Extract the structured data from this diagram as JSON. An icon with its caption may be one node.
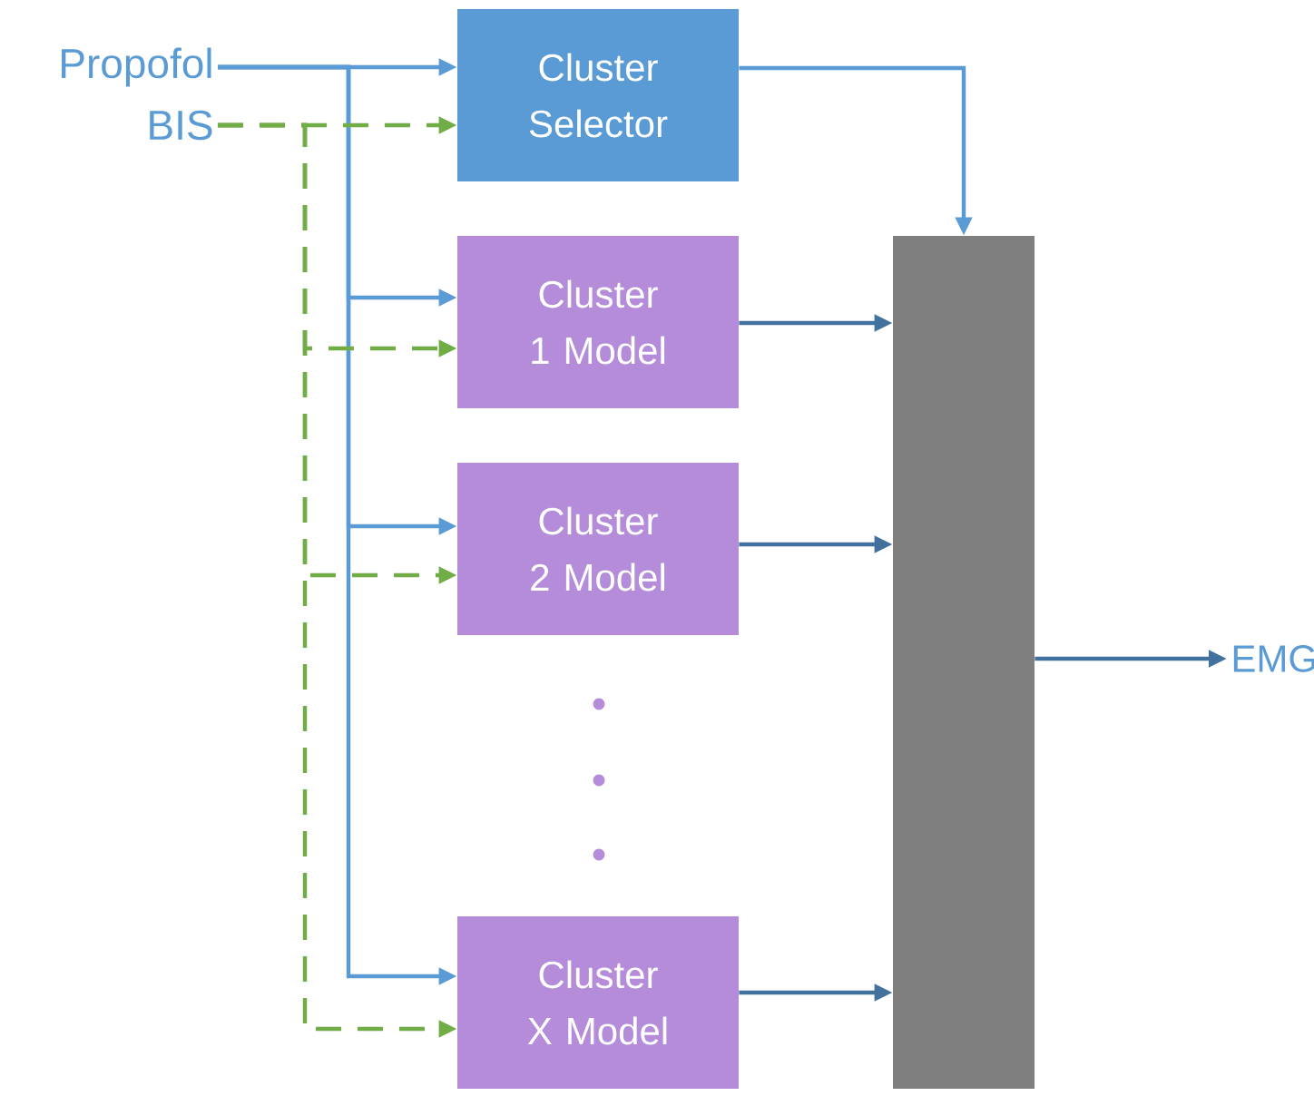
{
  "diagram": {
    "nodes": [
      {
        "text": [
          "Propofol"
        ]
      },
      {
        "text": [
          "BIS"
        ]
      },
      {
        "text": [
          "Cluster Selector"
        ]
      },
      {
        "text": [
          "Cluster 1 Model"
        ]
      },
      {
        "text": [
          "Cluster 2 Model"
        ]
      },
      {
        "text": [
          "Cluster X Model"
        ]
      },
      {
        "text": [],
        "shape": "bar"
      },
      {
        "text": [
          "EMG"
        ]
      }
    ],
    "edges": [
      {
        "from": 0,
        "to": 2,
        "arrow": "to"
      },
      {
        "from": 0,
        "to": 3,
        "arrow": "to"
      },
      {
        "from": 0,
        "to": 4,
        "arrow": "to"
      },
      {
        "from": 0,
        "to": 5,
        "arrow": "to"
      },
      {
        "from": 1,
        "to": 2,
        "arrow": "to",
        "style": "dashed",
        "color": "#70ad47"
      },
      {
        "from": 1,
        "to": 3,
        "arrow": "to",
        "style": "dashed",
        "color": "#70ad47"
      },
      {
        "from": 1,
        "to": 4,
        "arrow": "to",
        "style": "dashed",
        "color": "#70ad47"
      },
      {
        "from": 1,
        "to": 5,
        "arrow": "to",
        "style": "dashed",
        "color": "#70ad47"
      },
      {
        "from": 2,
        "to": 6,
        "arrow": "to"
      },
      {
        "from": 3,
        "to": 6,
        "arrow": "to",
        "color": "#41719c"
      },
      {
        "from": 4,
        "to": 6,
        "arrow": "to",
        "color": "#41719c"
      },
      {
        "from": 5,
        "to": 6,
        "arrow": "to",
        "color": "#41719c"
      },
      {
        "from": 6,
        "to": 7,
        "arrow": "to",
        "color": "#41719c"
      }
    ]
  }
}
